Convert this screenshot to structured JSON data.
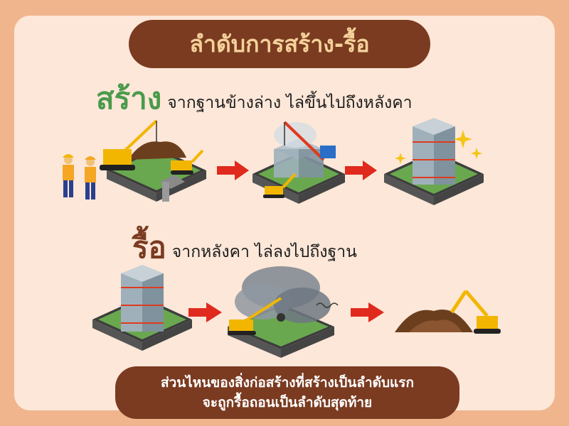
{
  "title": "ลำดับการสร้าง-รื้อ",
  "build": {
    "word": "สร้าง",
    "description": "จากฐานข้างล่าง ไล่ขึ้นไปถึงหลังคา",
    "word_color": "#4a9a4c"
  },
  "demolish": {
    "word": "รื้อ",
    "description": "จากหลังคา ไล่ลงไปถึงฐาน",
    "word_color": "#7a3b21"
  },
  "note": {
    "line1": "ส่วนไหนของสิ่งก่อสร้างที่สร้างเป็นลำดับแรก",
    "line2": "จะถูกรื้อถอนเป็นลำดับสุดท้าย"
  },
  "colors": {
    "frame": "#f0b58d",
    "panel": "#fde7d8",
    "pill": "#7a3b21",
    "title_text": "#f4d19a",
    "arrow": "#e02a1e"
  }
}
